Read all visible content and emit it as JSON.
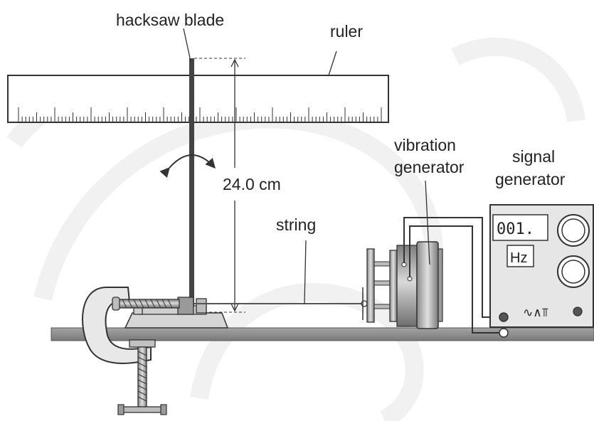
{
  "labels": {
    "hacksaw_blade": "hacksaw blade",
    "ruler": "ruler",
    "height_value": "24.0 cm",
    "string": "string",
    "vibration_generator_line1": "vibration",
    "vibration_generator_line2": "generator",
    "signal_generator_line1": "signal",
    "signal_generator_line2": "generator"
  },
  "signal_generator": {
    "display": "001.",
    "unit": "Hz",
    "waveform_symbols": "∿∧⫪"
  },
  "colors": {
    "line": "#333333",
    "blade": "#444444",
    "bench": "#8a8a8a",
    "panel": "#e6e6e6",
    "watermark": "#f1f1f1"
  }
}
